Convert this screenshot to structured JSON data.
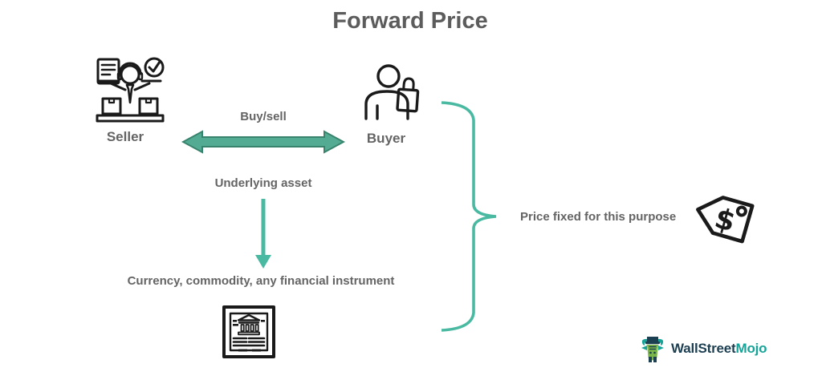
{
  "title": "Forward Price",
  "colors": {
    "teal": "#4ab9a1",
    "arrow_fill": "#53ab93",
    "arrow_border": "#37836c",
    "text_gray": "#646464",
    "title_gray": "#5c5c5c",
    "icon_black": "#1a1a1a",
    "logo_dark": "#1c3f52",
    "logo_teal": "#17a398",
    "logo_green": "#7ab648"
  },
  "nodes": {
    "seller": {
      "label": "Seller",
      "icon": "seller-icon"
    },
    "buyer": {
      "label": "Buyer",
      "icon": "buyer-icon"
    }
  },
  "relations": {
    "buy_sell": "Buy/sell",
    "underlying_asset": "Underlying asset",
    "instruments": "Currency, commodity, any financial instrument",
    "price_fixed": "Price fixed for this purpose"
  },
  "icons": [
    "seller-icon",
    "buyer-icon",
    "certificate-icon",
    "price-tag-icon",
    "bull-logo-icon"
  ],
  "price_tag": {
    "symbol": "$"
  },
  "logo": {
    "text_primary": "WallStreet",
    "text_secondary": "Mojo"
  }
}
